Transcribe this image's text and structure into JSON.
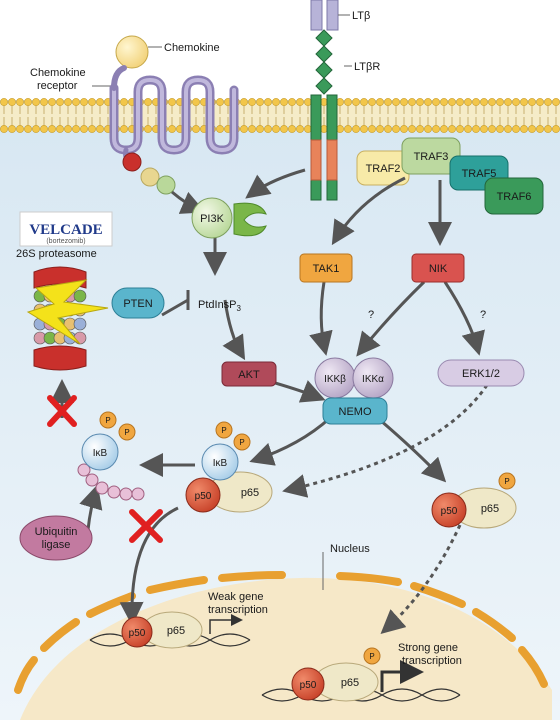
{
  "labels": {
    "chemokine": "Chemokine",
    "chemokine_receptor_line1": "Chemokine",
    "chemokine_receptor_line2": "receptor",
    "lt_beta": "LTβ",
    "lt_beta_r": "LTβR",
    "traf2": "TRAF2",
    "traf3": "TRAF3",
    "traf5": "TRAF5",
    "traf6": "TRAF6",
    "pi3k": "PI3K",
    "pten": "PTEN",
    "ptdinsp3_base": "PtdInsP",
    "ptdinsp3_sub": "3",
    "akt": "AKT",
    "tak1": "TAK1",
    "nik": "NIK",
    "question_mark": "?",
    "ikk_beta": "IKKβ",
    "ikk_alpha": "IKKα",
    "nemo": "NEMO",
    "erk": "ERK1/2",
    "ikb": "IκB",
    "p50": "p50",
    "p65": "p65",
    "phospho": "P",
    "velcade": "VELCADE",
    "bortezomib": "(bortezomib)",
    "proteasome": "26S proteasome",
    "ubiquitin_line1": "Ubiquitin",
    "ubiquitin_line2": "ligase",
    "nucleus": "Nucleus",
    "weak_line1": "Weak gene",
    "weak_line2": "transcription",
    "strong_line1": "Strong gene",
    "strong_line2": "transcription"
  },
  "colors": {
    "cytoplasm": "#e3eef6",
    "membrane_head": "#f2c64a",
    "receptor_purple": "#9a90bd",
    "ltbr_green": "#3a9a5a",
    "ltbr_orange": "#e8835a",
    "orange_kinase": "#f0a640",
    "nik_red": "#d9534f",
    "akt_maroon": "#b04a5a",
    "nemo_blue": "#5ab5cc",
    "p50_red": "#d9553a",
    "p65_tan": "#efe8c8",
    "inhibit_red": "#e02020",
    "nuclear_orange": "#e8a030"
  }
}
